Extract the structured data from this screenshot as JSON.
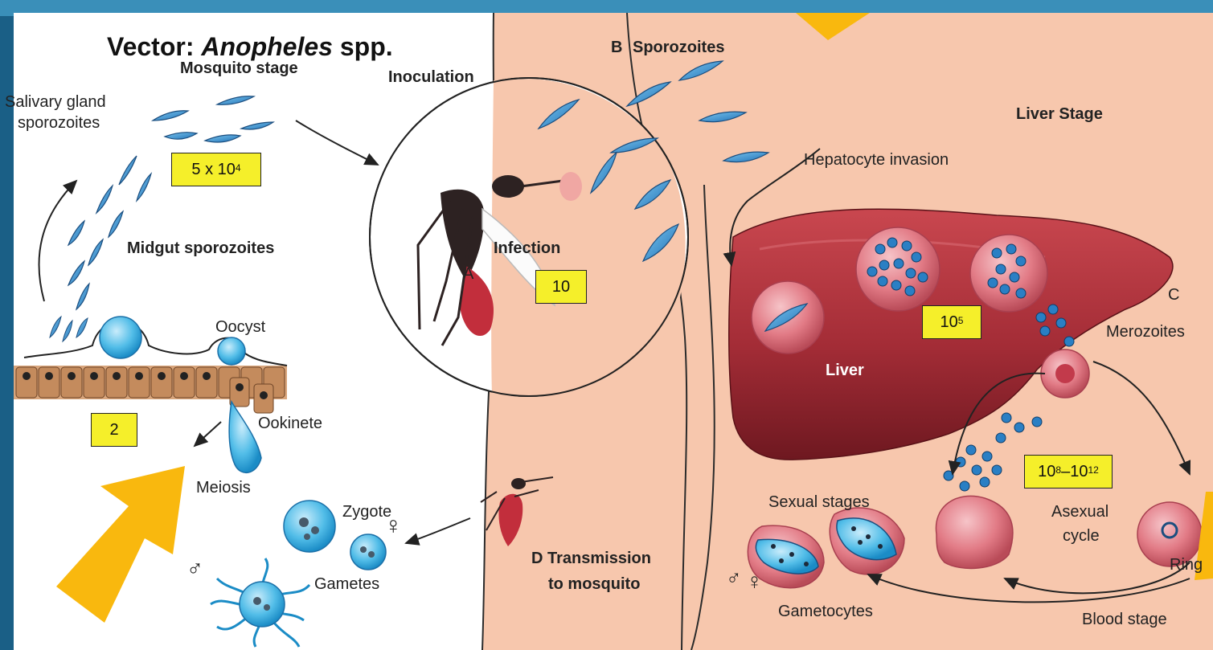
{
  "title": {
    "prefix": "Vector: ",
    "genus": "Anopheles",
    "suffix": " spp."
  },
  "labels": {
    "mosquito_stage": "Mosquito stage",
    "salivary_gland_line1": "Salivary gland",
    "salivary_gland_line2": "sporozoites",
    "midgut_sporozoites": "Midgut sporozoites",
    "oocyst": "Oocyst",
    "ookinete": "Ookinete",
    "meiosis": "Meiosis",
    "zygote": "Zygote",
    "gametes": "Gametes",
    "inoculation": "Inoculation",
    "infection_letter": "A",
    "infection": "Infection",
    "sporozoites_letter": "B",
    "sporozoites": "Sporozoites",
    "liver_stage": "Liver Stage",
    "hepatocyte_invasion": "Hepatocyte invasion",
    "liver": "Liver",
    "merozoites_letter": "C",
    "merozoites": "Merozoites",
    "sexual_stages": "Sexual stages",
    "gametocytes": "Gametocytes",
    "asexual_line1": "Asexual",
    "asexual_line2": "cycle",
    "ring": "Ring",
    "blood_stage": "Blood stage",
    "transmission_line1": "D Transmission",
    "transmission_line2": "to mosquito",
    "male_symbol": "♂",
    "female_symbol": "♀"
  },
  "counts": {
    "salivary": {
      "base": "5 x 10",
      "exp": "4"
    },
    "infection": "10",
    "oocyst": "2",
    "liver": {
      "base": "10",
      "exp": "5"
    },
    "blood": {
      "a": "10",
      "a_exp": "8",
      "dash": "–",
      "b": "10",
      "b_exp": "12"
    }
  },
  "colors": {
    "background_blue": "#1a5f86",
    "skin": "#f7c7ad",
    "highlight_box": "#f5ef2a",
    "arrow_orange": "#f9b80e",
    "parasite_blue": "#2a82c9",
    "liver_red": "#a8303a",
    "cell_pink": "#e27b86"
  }
}
